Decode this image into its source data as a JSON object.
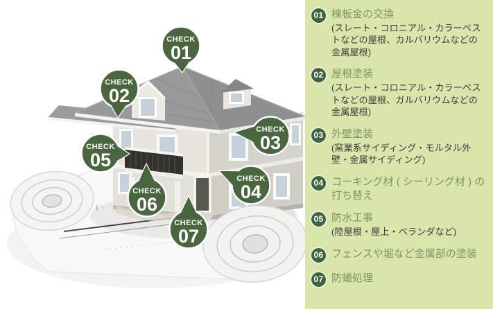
{
  "colors": {
    "panel_bg": "#d9e5ab",
    "badge_green": "#3e6540",
    "pin_green": "#49663f",
    "title_green": "#7d9464",
    "desc_text": "#3d3d3b"
  },
  "panel": {
    "items": [
      {
        "num": "01",
        "title": "棟板金の交換",
        "desc": "(スレート・コロニアル・カラーベストなどの屋根、カルバリウムなどの金属屋根)"
      },
      {
        "num": "02",
        "title": "屋根塗装",
        "desc": "(スレート・コロニアル・カラーベストなどの屋根、ガルバリウムなどの金属屋根)"
      },
      {
        "num": "03",
        "title": "外壁塗装",
        "desc": "(窯業系サイディング・モルタル外壁・金属サイディング)"
      },
      {
        "num": "04",
        "title": "コーキング材 ( シーリング材 ) の打ち替え",
        "desc": ""
      },
      {
        "num": "05",
        "title": "防水工事",
        "desc": "(陸屋根・屋上・ベランダなど)"
      },
      {
        "num": "06",
        "title": "フェンスや堀など金属部の塗装",
        "desc": ""
      },
      {
        "num": "07",
        "title": "防蟻処理",
        "desc": ""
      }
    ]
  },
  "pins": {
    "label": "CHECK",
    "items": [
      {
        "num": "01"
      },
      {
        "num": "02"
      },
      {
        "num": "03"
      },
      {
        "num": "04"
      },
      {
        "num": "05"
      },
      {
        "num": "06"
      },
      {
        "num": "07"
      }
    ]
  }
}
